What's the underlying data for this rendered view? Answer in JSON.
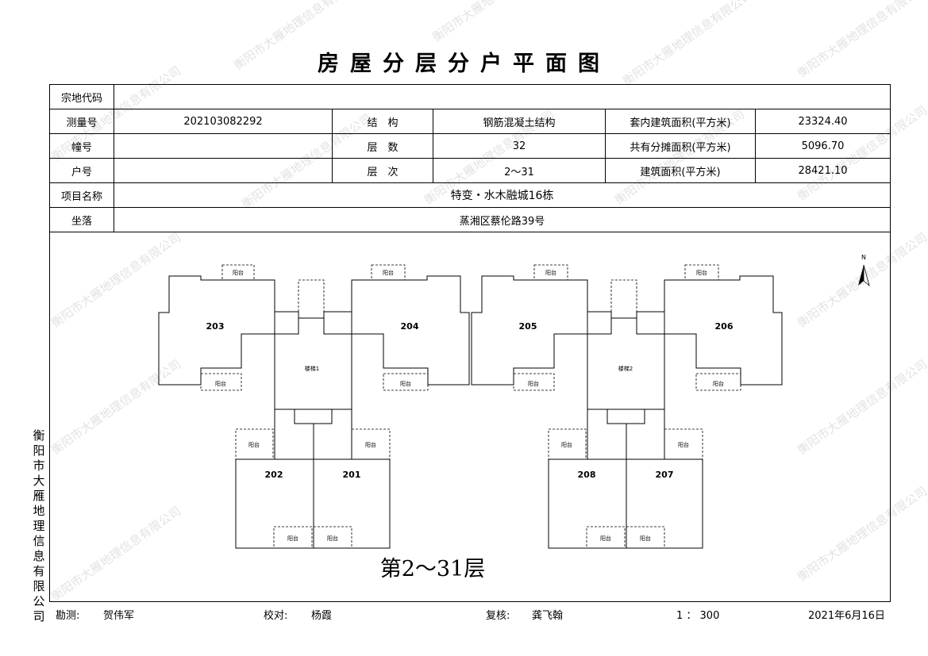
{
  "title": "房屋分层分户平面图",
  "watermark": "衡阳市大雁地理信息有限公司",
  "vertical_company": "衡阳市大雁地理信息有限公司",
  "info": {
    "zongdi_label": "宗地代码",
    "zongdi_value": "",
    "celiang_label": "测量号",
    "celiang_value": "202103082292",
    "jiegou_label": "结　构",
    "jiegou_value": "钢筋混凝土结构",
    "taonei_label": "套内建筑面积(平方米)",
    "taonei_value": "23324.40",
    "zhuang_label": "幢号",
    "zhuang_value": "",
    "censhu_label": "层　数",
    "censhu_value": "32",
    "gongyou_label": "共有分摊面积(平方米)",
    "gongyou_value": "5096.70",
    "huhao_label": "户号",
    "huhao_value": "",
    "cenci_label": "层　次",
    "cenci_value": "2～31",
    "jianzhu_label": "建筑面积(平方米)",
    "jianzhu_value": "28421.10",
    "xiangmu_label": "项目名称",
    "xiangmu_value": "特变・水木融城16栋",
    "zuoluo_label": "坐落",
    "zuoluo_value": "蒸湘区蔡伦路39号"
  },
  "plan": {
    "floor_label": "第2～31层",
    "north": "N",
    "units": [
      "203",
      "204",
      "205",
      "206",
      "202",
      "201",
      "208",
      "207"
    ],
    "stairs": [
      "楼梯1",
      "楼梯2"
    ],
    "balcony": "阳台"
  },
  "footer": {
    "kance_label": "勘测:",
    "kance_name": "贺伟军",
    "jiaodui_label": "校对:",
    "jiaodui_name": "杨霞",
    "fuhe_label": "复核:",
    "fuhe_name": "龚飞翰",
    "scale": "1 ： 300",
    "date": "2021年6月16日"
  }
}
